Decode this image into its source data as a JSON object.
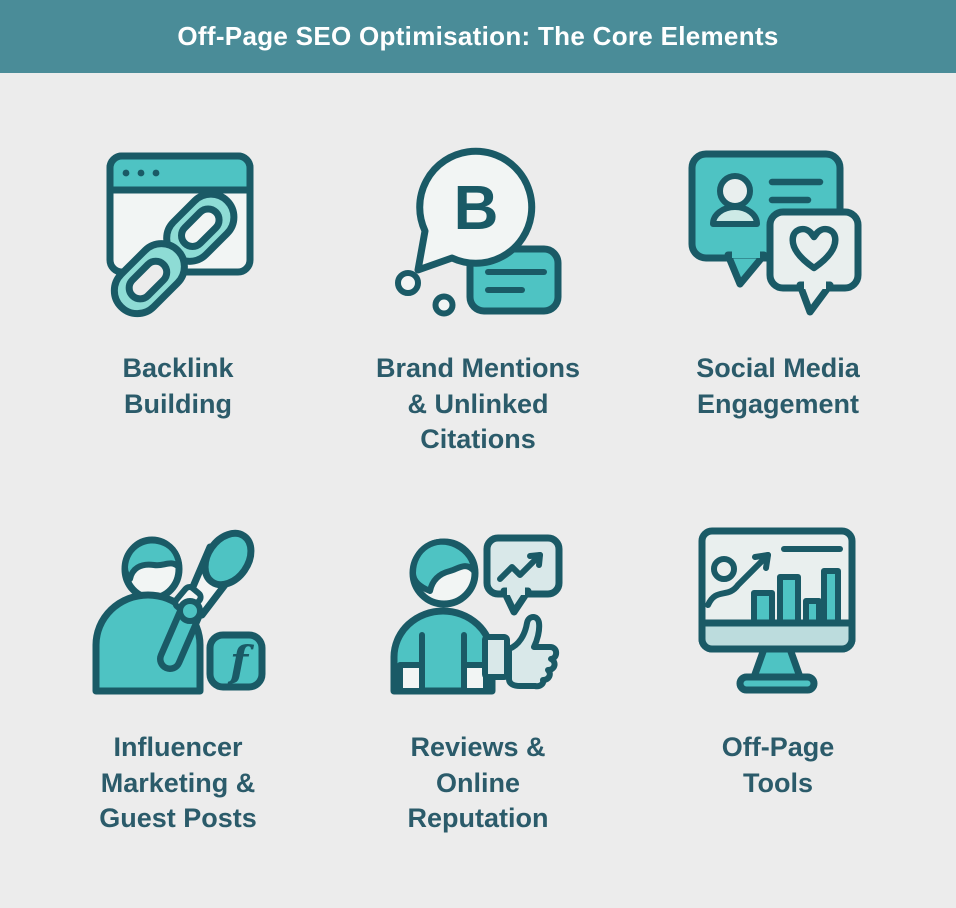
{
  "header": {
    "title": "Off-Page SEO Optimisation: The Core Elements"
  },
  "palette": {
    "header_bg": "#4a8c98",
    "background": "#ececec",
    "title_color": "#ffffff",
    "label_color": "#2b5b6a",
    "icon_outline": "#1a5a66",
    "icon_teal": "#4ec3c3",
    "icon_teal_light": "#8edcd5",
    "icon_paper": "#f2f5f4",
    "icon_pale_blue": "#d9e8e9"
  },
  "cards": [
    {
      "id": "backlink-building",
      "icon": "browser-chain-link-icon",
      "label": "Backlink\nBuilding"
    },
    {
      "id": "brand-mentions",
      "icon": "brand-speech-bubble-icon",
      "label": "Brand Mentions\n& Unlinked\nCitations"
    },
    {
      "id": "social-media-engagement",
      "icon": "chat-bubbles-heart-icon",
      "label": "Social Media\nEngagement"
    },
    {
      "id": "influencer-marketing",
      "icon": "megaphone-person-facebook-icon",
      "label": "Influencer\nMarketing &\nGuest Posts"
    },
    {
      "id": "reviews-reputation",
      "icon": "person-thumbs-up-icon",
      "label": "Reviews &\nOnline\nReputation"
    },
    {
      "id": "off-page-tools",
      "icon": "analytics-monitor-icon",
      "label": "Off-Page\nTools"
    }
  ],
  "icon_letters": {
    "brand_initial": "B",
    "facebook_f": "f"
  }
}
